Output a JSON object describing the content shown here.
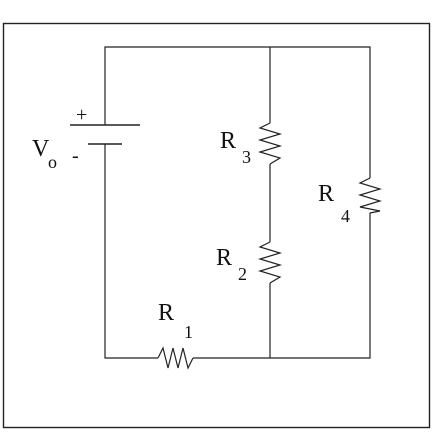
{
  "colors": {
    "line": "#222222",
    "background": "#ffffff",
    "text": "#111111"
  },
  "labels": {
    "source": {
      "main": "V",
      "sub": "o",
      "plus": "+",
      "minus": "-"
    },
    "r1": {
      "main": "R",
      "sub": "1"
    },
    "r2": {
      "main": "R",
      "sub": "2"
    },
    "r3": {
      "main": "R",
      "sub": "3"
    },
    "r4": {
      "main": "R",
      "sub": "4"
    }
  }
}
